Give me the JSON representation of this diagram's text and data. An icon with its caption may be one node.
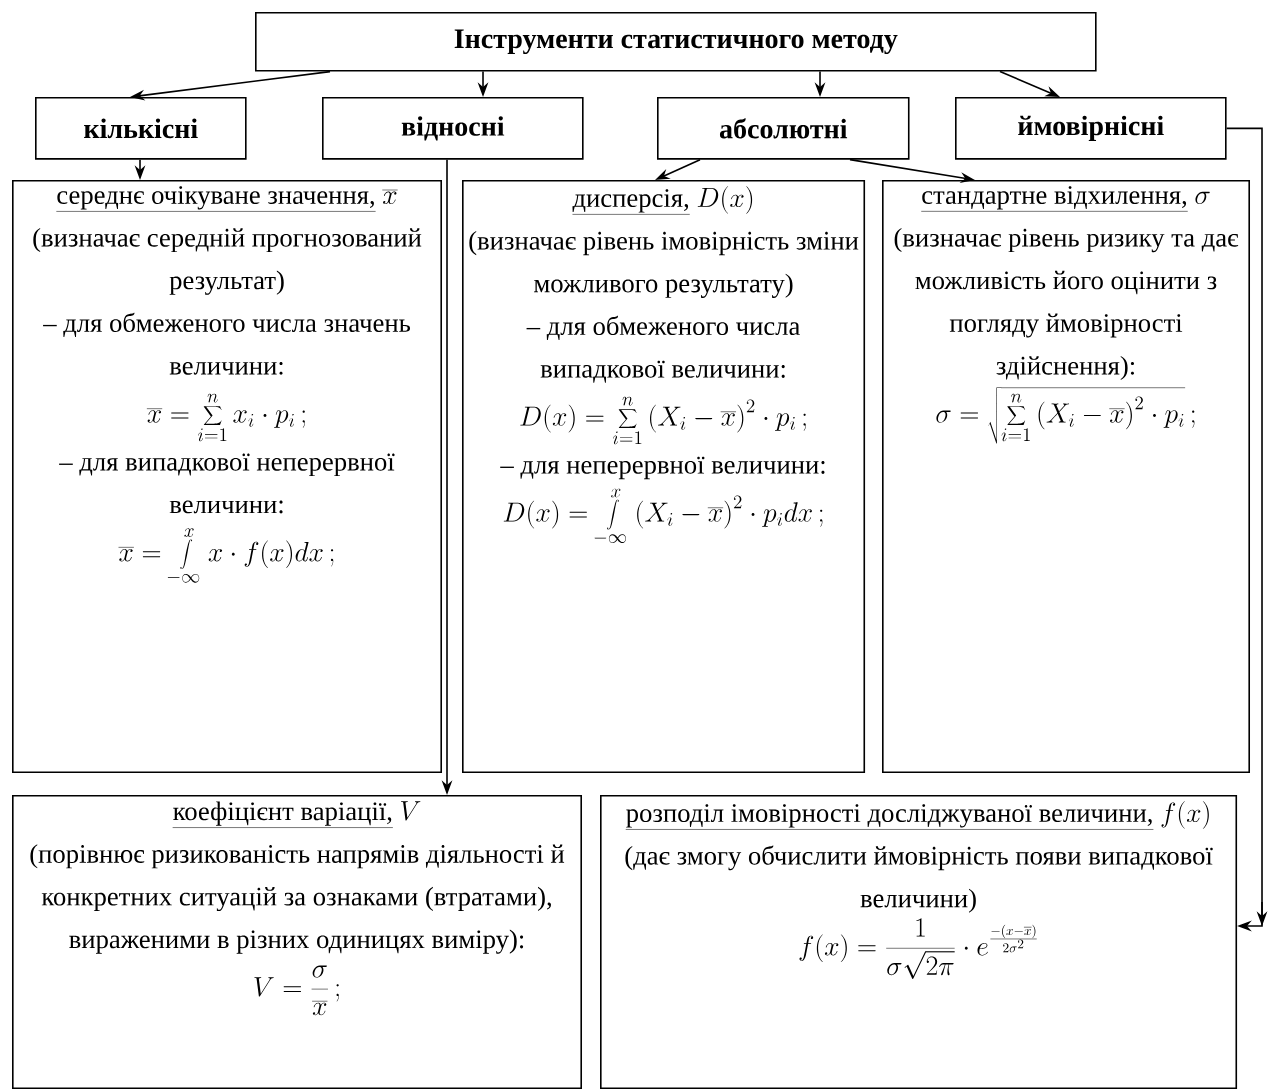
{
  "diagram": {
    "nodes": [
      {
        "text": [
          "Інструменти статистичного методу"
        ]
      },
      {
        "text": [
          "кількісні"
        ]
      },
      {
        "text": [
          "відносні"
        ]
      },
      {
        "text": [
          "абсолютні"
        ]
      },
      {
        "text": [
          "ймовірнісні"
        ]
      },
      {
        "text": [
          "середнє очікуване значення,",
          "\\overline{x}",
          "(визначає середній прогнозований результат)",
          "– для обмеженого числа значень величини:",
          "\\overline{x}=\\sum_{i=1}^{n}x_i\\cdot p_i\\,;",
          "– для випадкової неперервної величини:",
          "\\overline{x}=\\int\\limits_{-\\infty}^{x}x\\cdot f(x)dx\\,;"
        ]
      },
      {
        "text": [
          "дисперсія,",
          "D(x)",
          "(визначає рівень імовірність зміни можливого результату)",
          "– для обмеженого числа випадкової величини:",
          "D(x)=\\sum_{i=1}^{n}\\left(X_i-\\overline{x}\\right)^2\\cdot p_i\\,;",
          "– для неперервної величини:",
          "D(x)=\\int\\limits_{-\\infty}^{x}\\left(X_i-\\overline{x}\\right)^2\\cdot p_i dx\\,;"
        ]
      },
      {
        "text": [
          "стандартне відхилення,",
          "\\sigma",
          "(визначає рівень ризику та дає можливість його оцінити з погляду ймовірності здійснення):",
          "\\sigma=\\sqrt{\\sum_{i=1}^{n}\\left(X_i-\\overline{x}\\right)^2\\cdot p_i}\\,;"
        ]
      },
      {
        "text": [
          "коефіцієнт варіації,",
          "V",
          "(порівнює ризикованість напрямів діяльності й конкретних ситуацій за ознаками (втратами), вираженими в різних одиницях виміру):",
          "V=\\frac{\\sigma}{\\overline{x}}\\,;"
        ]
      },
      {
        "text": [
          "розподіл імовірності досліджуваної величини,",
          "f(x)",
          "(дає змогу обчислити ймовірність появи випадкової величини)",
          "f(x)=\\frac{1}{\\sigma\\sqrt{2\\pi}}\\cdot e^{\\frac{-\\left(x-\\overline{x}\\right)}{2\\sigma^2}}"
        ]
      }
    ],
    "edges": [
      {
        "from": 0,
        "to": 1,
        "arrow": "to"
      },
      {
        "from": 0,
        "to": 2,
        "arrow": "to"
      },
      {
        "from": 0,
        "to": 3,
        "arrow": "to"
      },
      {
        "from": 0,
        "to": 4,
        "arrow": "to"
      },
      {
        "from": 1,
        "to": 5,
        "arrow": "to"
      },
      {
        "from": 2,
        "to": 8,
        "arrow": "to"
      },
      {
        "from": 3,
        "to": 6,
        "arrow": "to"
      },
      {
        "from": 3,
        "to": 7,
        "arrow": "to"
      },
      {
        "from": 4,
        "to": 9,
        "arrow": "to"
      }
    ]
  }
}
